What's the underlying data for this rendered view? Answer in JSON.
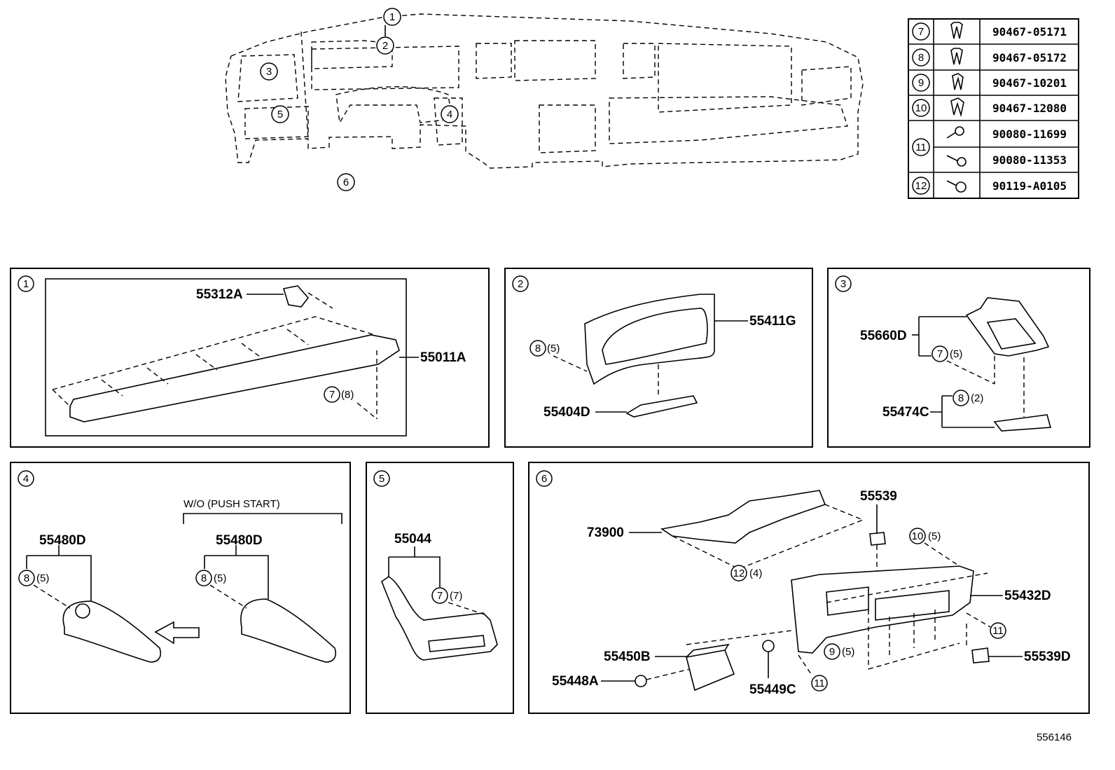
{
  "overview_callouts": [
    "1",
    "2",
    "3",
    "4",
    "5",
    "6"
  ],
  "fastener_table": [
    {
      "ref": "7",
      "icon": "clip-icon",
      "part": "90467-05171"
    },
    {
      "ref": "8",
      "icon": "clip-icon",
      "part": "90467-05172"
    },
    {
      "ref": "9",
      "icon": "clip-icon",
      "part": "90467-10201"
    },
    {
      "ref": "10",
      "icon": "clip-icon",
      "part": "90467-12080"
    },
    {
      "ref": "11",
      "icon": "screw-icon",
      "part": "90080-11699"
    },
    {
      "ref": "",
      "icon": "screw-icon",
      "part": "90080-11353"
    },
    {
      "ref": "12",
      "icon": "screw-icon",
      "part": "90119-A0105"
    }
  ],
  "panels": {
    "p1": {
      "id": "1",
      "parts": {
        "a": "55312A",
        "b": "55011A"
      },
      "clip": {
        "ref": "7",
        "qty": "(8)"
      }
    },
    "p2": {
      "id": "2",
      "parts": {
        "a": "55411G",
        "b": "55404D"
      },
      "clip": {
        "ref": "8",
        "qty": "(5)"
      }
    },
    "p3": {
      "id": "3",
      "parts": {
        "a": "55660D",
        "b": "55474C"
      },
      "clip_a": {
        "ref": "7",
        "qty": "(5)"
      },
      "clip_b": {
        "ref": "8",
        "qty": "(2)"
      }
    },
    "p4": {
      "id": "4",
      "note": "W/O (PUSH  START)",
      "part_left": "55480D",
      "part_right": "55480D",
      "clip_left": {
        "ref": "8",
        "qty": "(5)"
      },
      "clip_right": {
        "ref": "8",
        "qty": "(5)"
      }
    },
    "p5": {
      "id": "5",
      "part": "55044",
      "clip": {
        "ref": "7",
        "qty": "(7)"
      }
    },
    "p6": {
      "id": "6",
      "parts": {
        "a": "73900",
        "b": "55539",
        "c": "55432D",
        "d": "55539D",
        "e": "55450B",
        "f": "55448A",
        "g": "55449C"
      },
      "clip_a": {
        "ref": "12",
        "qty": "(4)"
      },
      "clip_b": {
        "ref": "10",
        "qty": "(5)"
      },
      "clip_c": {
        "ref": "9",
        "qty": "(5)"
      },
      "screw_a": "11",
      "screw_b": "11"
    }
  },
  "diagram_id": "556146"
}
